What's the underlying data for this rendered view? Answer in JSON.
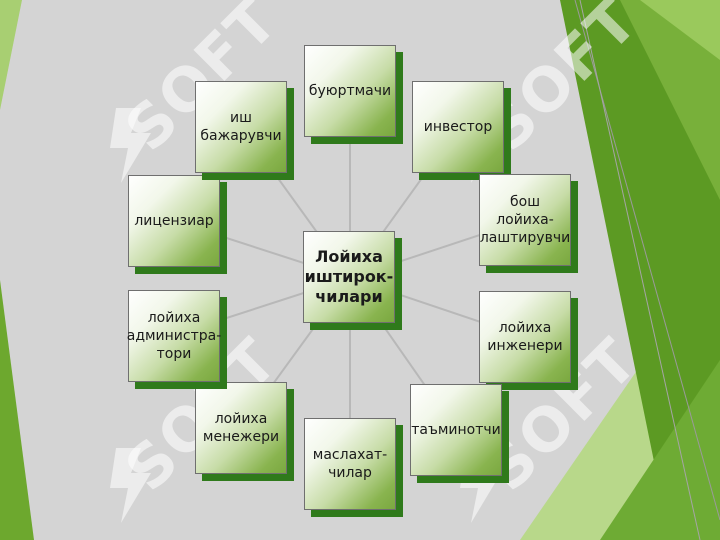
{
  "diagram": {
    "center": "Лойиха\nиштирок-\nчилари",
    "nodes": [
      {
        "id": "buyurtmachi",
        "label": "буюртмачи"
      },
      {
        "id": "investor",
        "label": "инвестор"
      },
      {
        "id": "bosh-loyihalashtiruvchi",
        "label": "бош лойиха-\nлаштирувчи"
      },
      {
        "id": "loyiha-injeneri",
        "label": "лойиха\nинженери"
      },
      {
        "id": "taminotchi",
        "label": "таъминотчи"
      },
      {
        "id": "maslahatchilar",
        "label": "маслахат-\nчилар"
      },
      {
        "id": "loyiha-menejeri",
        "label": "лойиха\nменежери"
      },
      {
        "id": "loyiha-administratori",
        "label": "лойиха\nадминистра-\nтори"
      },
      {
        "id": "litsenziar",
        "label": "лицензиар"
      },
      {
        "id": "ish-bajaruvchi",
        "label": "иш\nбажарувчи"
      }
    ]
  },
  "watermark": {
    "text": "SOFT"
  },
  "colors": {
    "background": "#d4d4d4",
    "accent_green": "#6da82e",
    "shadow_green": "#2f7a1b",
    "spoke": "#b8b8b8"
  }
}
